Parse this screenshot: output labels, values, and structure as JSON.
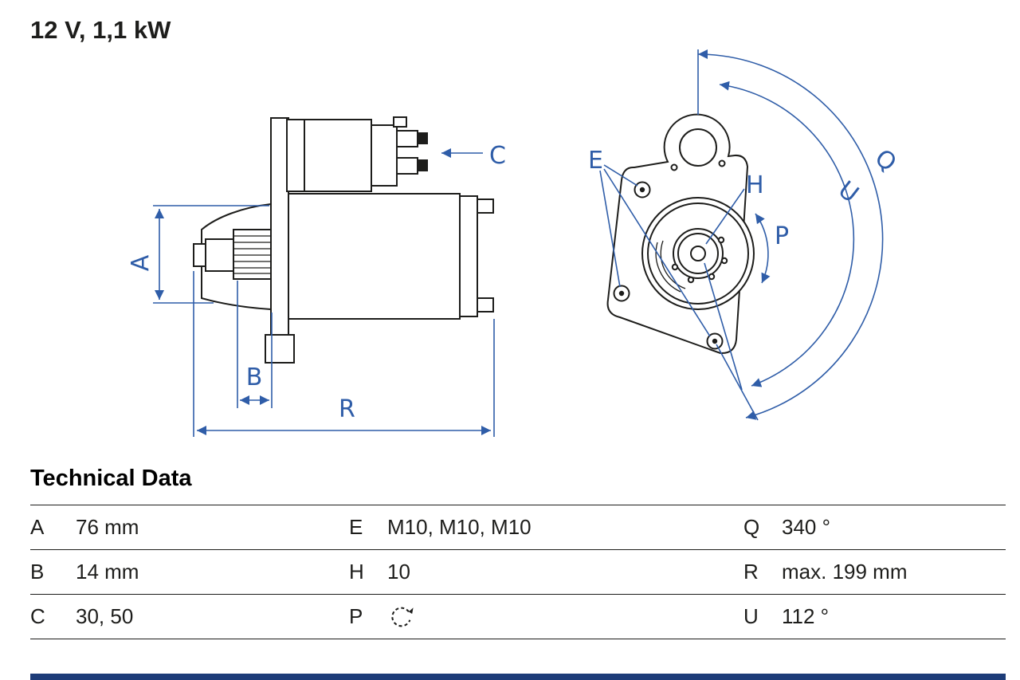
{
  "title": "12 V, 1,1 kW",
  "drawing": {
    "side_view_labels": {
      "A": "A",
      "B": "B",
      "C": "C",
      "R": "R"
    },
    "front_view_labels": {
      "E": "E",
      "H": "H",
      "P": "P",
      "Q": "Q",
      "U": "U"
    },
    "dimension_color": "#2f5da8",
    "line_color": "#1d1d1b"
  },
  "technical_data": {
    "heading": "Technical Data",
    "rows": [
      {
        "k1": "A",
        "v1": "76 mm",
        "k2": "E",
        "v2": "M10, M10, M10",
        "k3": "Q",
        "v3": "340 °"
      },
      {
        "k1": "B",
        "v1": "14 mm",
        "k2": "H",
        "v2": "10",
        "k3": "R",
        "v3": "max. 199 mm"
      },
      {
        "k1": "C",
        "v1": "30, 50",
        "k2": "P",
        "v2": "",
        "p_icon": "rotation-ccw-icon",
        "k3": "U",
        "v3": "112 °"
      }
    ]
  },
  "footer": {
    "bar_color": "#1d3c78"
  }
}
